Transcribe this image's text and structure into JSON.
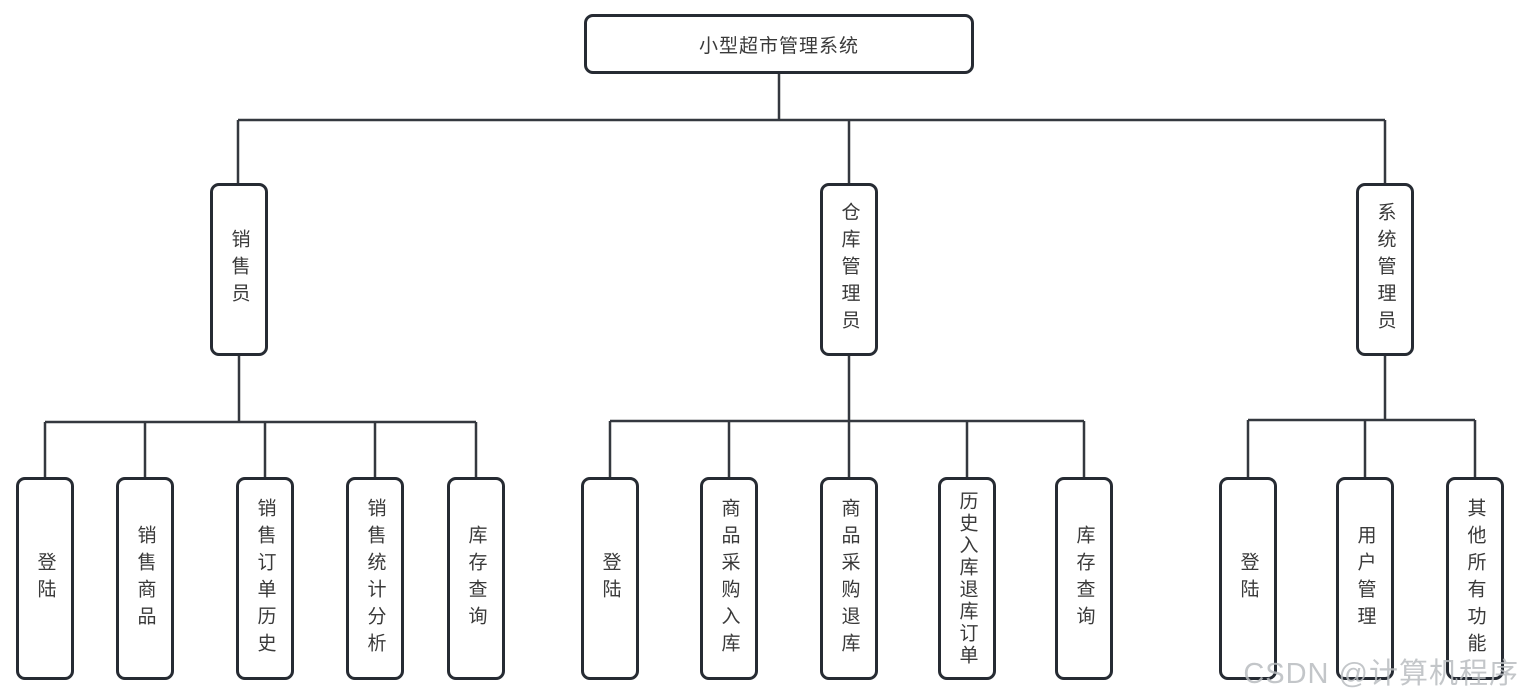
{
  "diagram": {
    "type": "hierarchy-tree",
    "tree": {
      "root": {
        "label": "小型超市管理系统"
      },
      "branches": [
        {
          "label": "销售员",
          "children": [
            "登陆",
            "销售商品",
            "销售订单历史",
            "销售统计分析",
            "库存查询"
          ]
        },
        {
          "label": "仓库管理员",
          "children": [
            "登陆",
            "商品采购入库",
            "商品采购退库",
            "历史入库退库订单",
            "库存查询"
          ]
        },
        {
          "label": "系统管理员",
          "children": [
            "登陆",
            "用户管理",
            "其他所有功能"
          ]
        }
      ]
    },
    "colors": {
      "background": "#ffffff",
      "node_border": "#262b33",
      "connector_line": "#34383f",
      "text": "#3a3a3a",
      "watermark": "#b9bcbf"
    }
  },
  "watermark": {
    "text": "CSDN @计算机程序"
  }
}
